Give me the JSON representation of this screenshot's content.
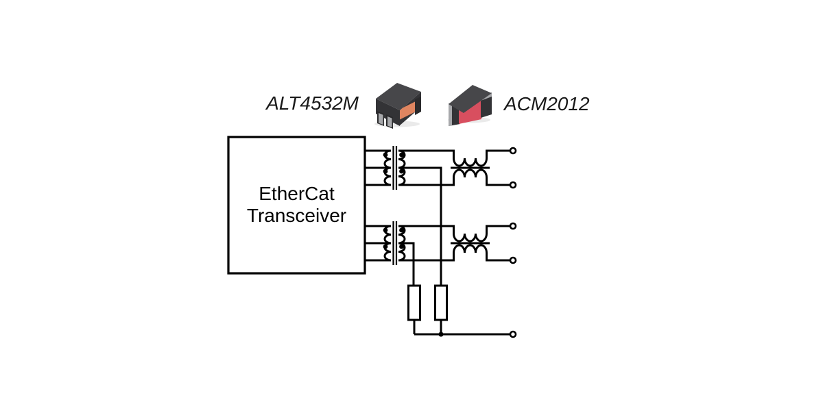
{
  "part_labels": {
    "alt": "ALT4532M",
    "acm": "ACM2012"
  },
  "transceiver": {
    "line1": "EtherCat",
    "line2": "Transceiver"
  },
  "colors": {
    "background": "#ffffff",
    "wire": "#000000",
    "label_text": "#1a1a1a",
    "component_body": "#47474a",
    "component_body_dark": "#333336",
    "component_body_darker": "#2a2a2c",
    "alt_core_orange": "#df8560",
    "acm_center_red": "#d84f5f",
    "terminal_metal": "#a7a8ab",
    "shadow": "#d9d9d9"
  }
}
